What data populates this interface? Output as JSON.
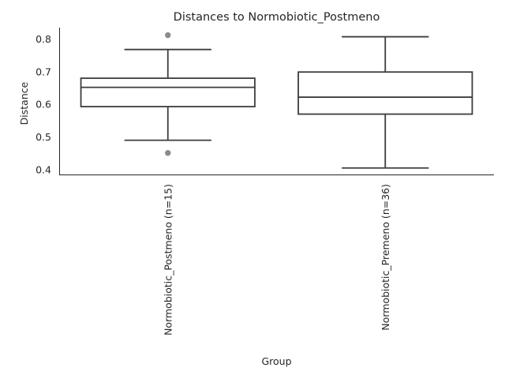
{
  "chart_data": {
    "type": "box",
    "title": "Distances to Normobiotic_Postmeno",
    "xlabel": "Group",
    "ylabel": "Distance",
    "ylim": [
      0.385,
      0.835
    ],
    "yticks": [
      0.4,
      0.5,
      0.6,
      0.7,
      0.8
    ],
    "ytick_labels": [
      "0.4",
      "0.5",
      "0.6",
      "0.7",
      "0.8"
    ],
    "grid": false,
    "categories": [
      "Normobiotic_Postmeno (n=15)",
      "Normobiotic_Premeno (n=36)"
    ],
    "boxes": [
      {
        "whisker_low": 0.49,
        "q1": 0.593,
        "median": 0.652,
        "q3": 0.68,
        "whisker_high": 0.768,
        "outliers": [
          0.812,
          0.451
        ]
      },
      {
        "whisker_low": 0.405,
        "q1": 0.57,
        "median": 0.622,
        "q3": 0.699,
        "whisker_high": 0.807,
        "outliers": []
      }
    ],
    "colors": {
      "line": "#3d3d3d",
      "flier": "#8c8c8c",
      "axis": "#262626"
    }
  }
}
